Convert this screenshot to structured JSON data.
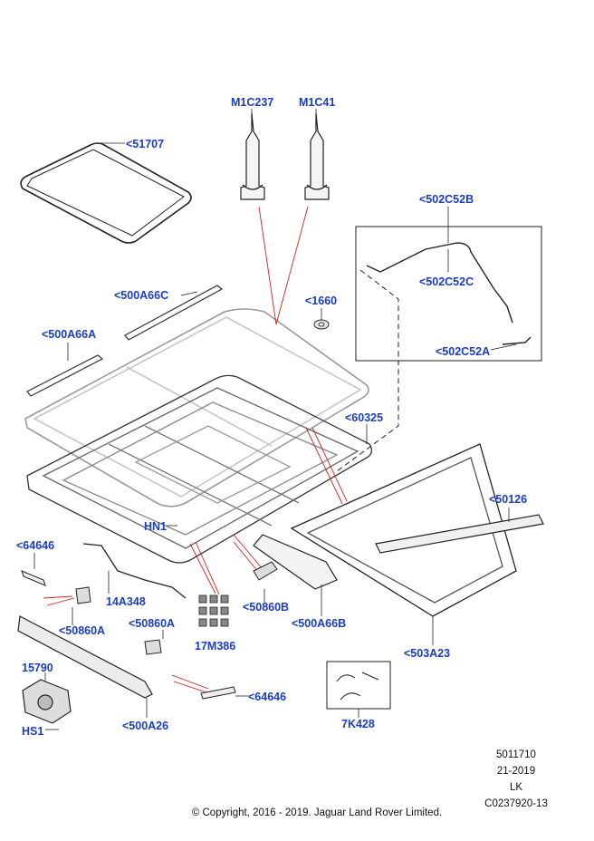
{
  "labels": {
    "m1c237": "M1C237",
    "m1c41": "M1C41",
    "p51707": "<51707",
    "p502c52b": "<502C52B",
    "p502c52c": "<502C52C",
    "p502c52a": "<502C52A",
    "p500a66c": "<500A66C",
    "p1660": "<1660",
    "p500a66a": "<500A66A",
    "p60325": "<60325",
    "p50126": "<50126",
    "hn1": "HN1",
    "p64646_top": "<64646",
    "p14a348": "14A348",
    "p50860b": "<50860B",
    "p500a66b": "<500A66B",
    "p50860a_left": "<50860A",
    "p50860a_right": "<50860A",
    "p17m386": "17M386",
    "p503a23": "<503A23",
    "p15790": "15790",
    "p64646_bottom": "<64646",
    "hs1": "HS1",
    "p500a26": "<500A26",
    "p7k428": "7K428"
  },
  "meta": {
    "line1": "5011710",
    "line2": "21-2019",
    "line3": "LK",
    "line4": "C0237920-13"
  },
  "copyright": "© Copyright, 2016 - 2019. Jaguar Land Rover Limited.",
  "colors": {
    "label": "#1a3cc8",
    "leader": "#222222",
    "red_leader": "#d62020",
    "part_outline": "#333333"
  }
}
